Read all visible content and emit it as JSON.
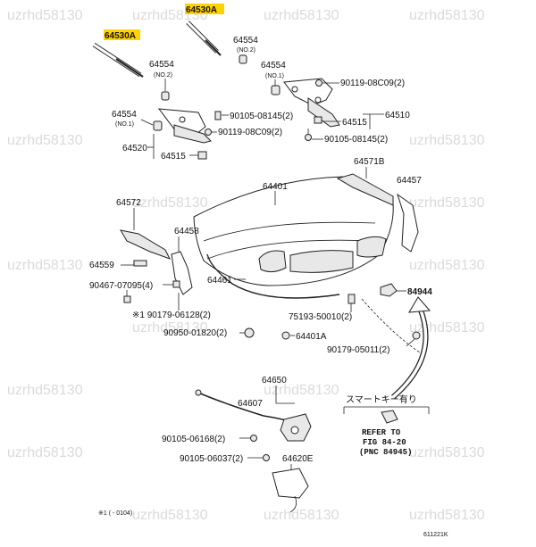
{
  "watermark": "uzrhd58130",
  "labels": {
    "p64530a_left": "64530A",
    "p64530a_right": "64530A",
    "p64554_top": "64554",
    "no2_top": "(NO.2)",
    "p64554_mid": "64554",
    "no2_mid": "(NO.2)",
    "p64554_right": "64554",
    "no1_right": "(NO.1)",
    "p90119_top": "90119-08C09(2)",
    "p64554_left": "64554",
    "no1_left": "(NO.1)",
    "p90105_a": "90105-08145(2)",
    "p64515_right": "64515",
    "p64510": "64510",
    "p90119_mid": "90119-08C09(2)",
    "p90105_b": "90105-08145(2)",
    "p64520": "64520",
    "p64515_left": "64515",
    "p64571b": "64571B",
    "p64401": "64401",
    "p64457": "64457",
    "p64572": "64572",
    "p64458": "64458",
    "p64559": "64559",
    "p90467": "90467-07095(4)",
    "p64461": "64461",
    "p84944": "84944",
    "p90179_a": "※1 90179-06128(2)",
    "p75193": "75193-50010(2)",
    "p90950": "90950-01820(2)",
    "p64401a": "64401A",
    "p90179_b": "90179-05011(2)",
    "p64650": "64650",
    "p64607": "64607",
    "smart_key": "スマートキー有り",
    "p90105_c": "90105-06168(2)",
    "p90105_d": "90105-06037(2)",
    "p64620e": "64620E",
    "refer_to": "REFER TO",
    "refer_fig": "FIG 84-20",
    "refer_pnc": "(PNC 84945)",
    "footnote": "※1 (      - 0104)",
    "figure_code": "611221K"
  }
}
